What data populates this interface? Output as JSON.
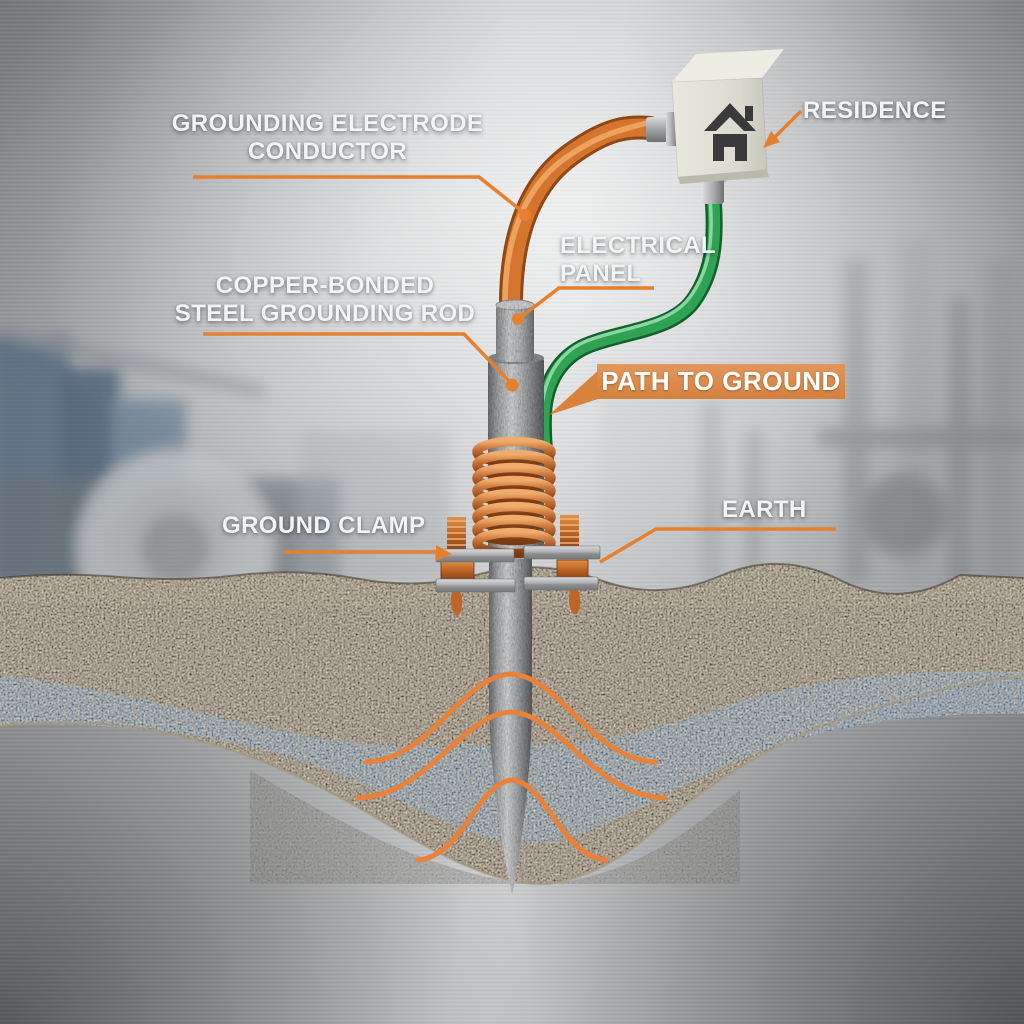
{
  "labels": {
    "grounding_electrode_conductor": {
      "line1": "GROUNDING ELECTRODE",
      "line2": "CONDUCTOR"
    },
    "residence": "RESIDENCE",
    "electrical_panel": {
      "line1": "ELECTRICAL",
      "line2": "PANEL"
    },
    "copper_bonded_rod": {
      "line1": "COPPER-BONDED",
      "line2": "STEEL GROUNDING ROD"
    },
    "path_to_ground": "PATH TO GROUND",
    "ground_clamp": "GROUND CLAMP",
    "earth": "EARTH"
  },
  "icons": {
    "residence_box": "house-icon"
  },
  "colors": {
    "accent_orange": "#E5802F",
    "banner_orange": "#DC8A45",
    "cable_orange": "#D4722E",
    "cable_green": "#2E9B4F",
    "copper_coil": "#C06B32",
    "water_table_blue": "#4D83AD",
    "soil_brown": "#6E5C48",
    "rod_steel": "#B9BBBD",
    "label_text": "#F3F4F6"
  }
}
